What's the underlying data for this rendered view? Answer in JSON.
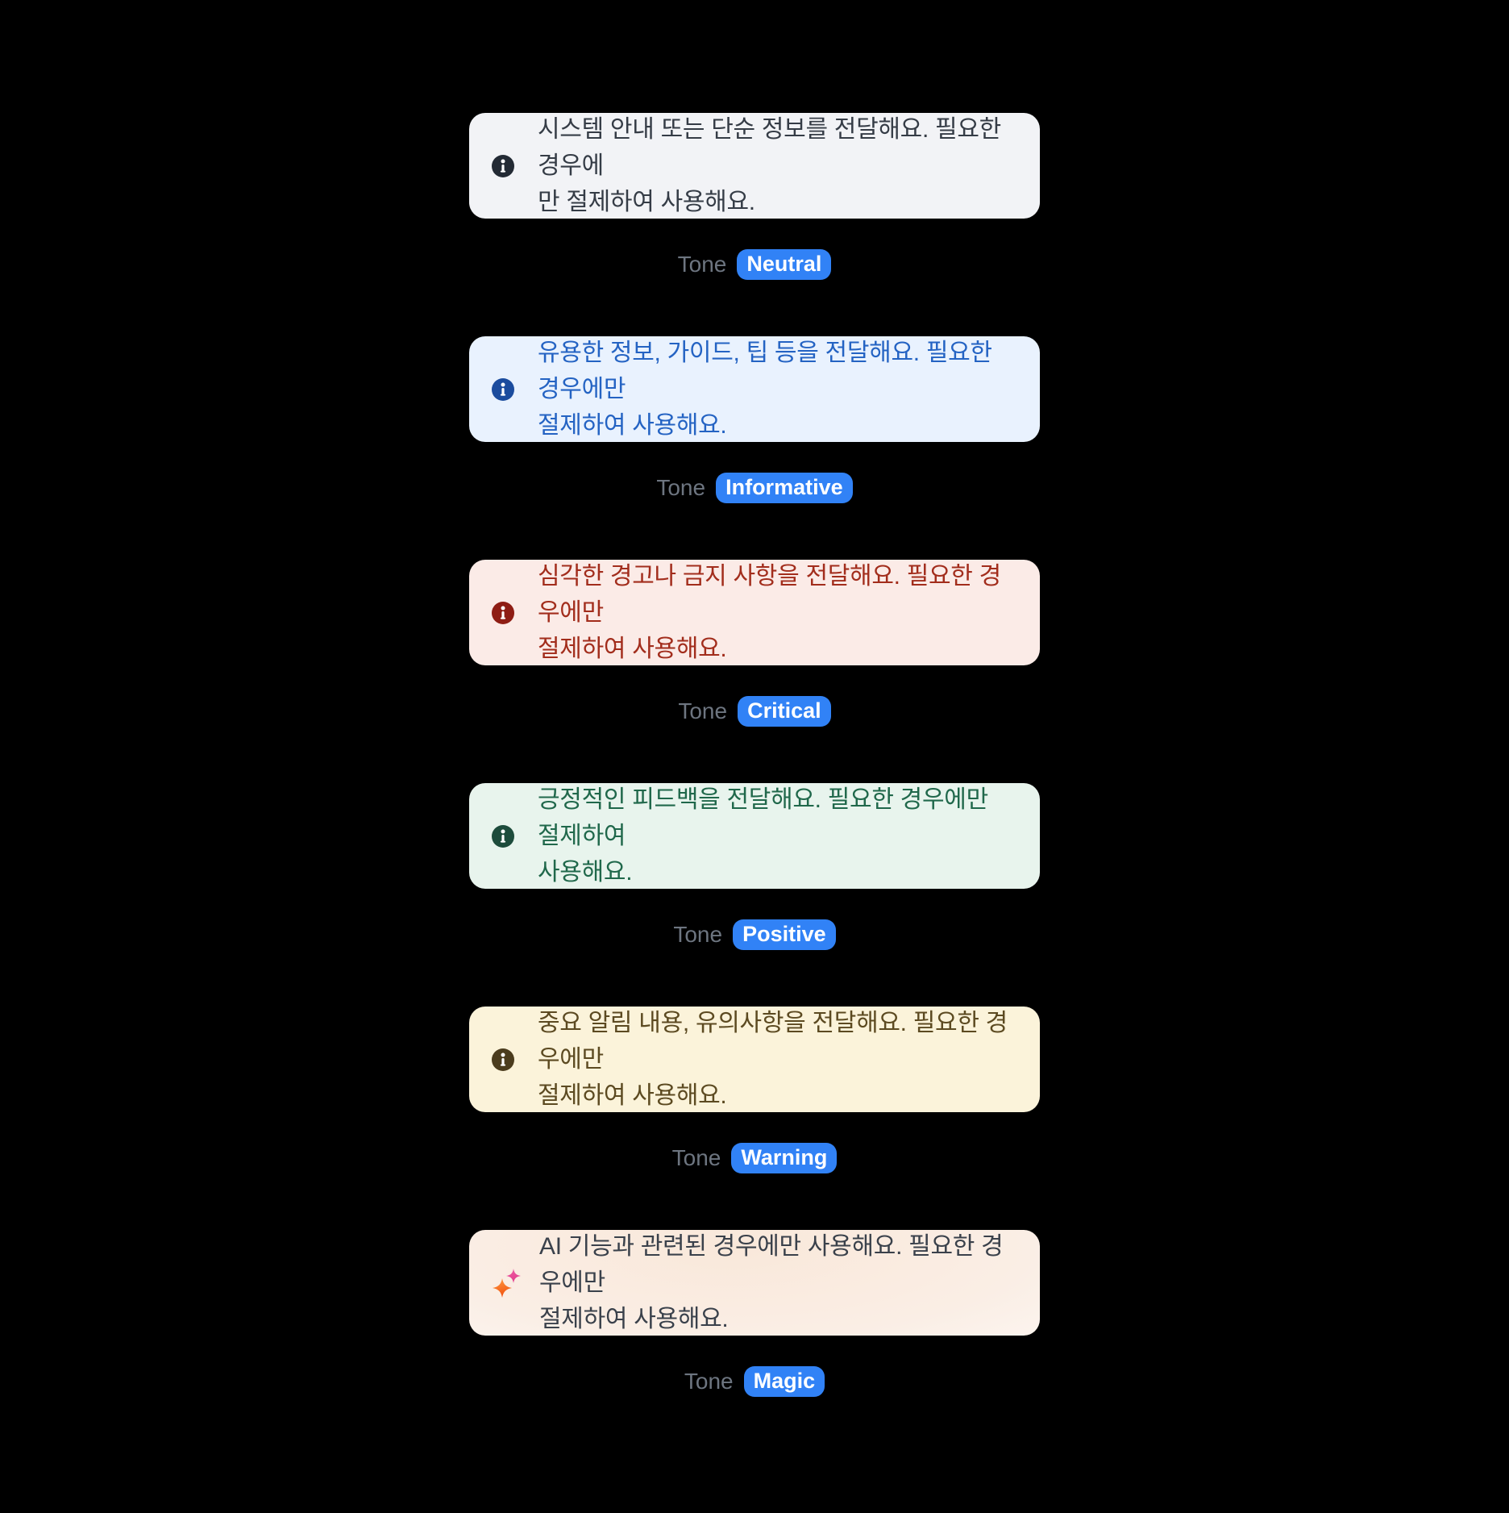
{
  "labels": {
    "tone": "Tone"
  },
  "badge": {
    "background": "#3182F6",
    "text_color": "#FFFFFF"
  },
  "items": [
    {
      "tone": "Neutral",
      "description": "시스템 안내 또는 단순 정보를 전달해요. 필요한 경우에\n만 절제하여 사용해요.",
      "icon": "info-icon",
      "colors": {
        "background": "#F2F3F6",
        "text": "#353C46",
        "icon": "#232A34"
      }
    },
    {
      "tone": "Informative",
      "description": "유용한 정보, 가이드, 팁 등을 전달해요. 필요한 경우에만\n절제하여 사용해요.",
      "icon": "info-icon",
      "colors": {
        "background": "#E9F2FE",
        "text": "#2463C3",
        "icon": "#1B4C9E"
      }
    },
    {
      "tone": "Critical",
      "description": "심각한 경고나 금지 사항을 전달해요. 필요한 경우에만\n절제하여 사용해요.",
      "icon": "info-icon",
      "colors": {
        "background": "#FBEBE7",
        "text": "#A22D1C",
        "icon": "#8E1D14"
      }
    },
    {
      "tone": "Positive",
      "description": "긍정적인 피드백을 전달해요. 필요한 경우에만 절제하여\n사용해요.",
      "icon": "info-icon",
      "colors": {
        "background": "#E8F4ED",
        "text": "#20684B",
        "icon": "#1D4C3C"
      }
    },
    {
      "tone": "Warning",
      "description": "중요 알림 내용, 유의사항을 전달해요. 필요한 경우에만\n절제하여 사용해요.",
      "icon": "info-icon",
      "colors": {
        "background": "#FBF3DA",
        "text": "#5C4A21",
        "icon": "#4B3C1D"
      }
    },
    {
      "tone": "Magic",
      "description": "AI 기능과 관련된 경우에만 사용해요. 필요한 경우에만\n절제하여 사용해요.",
      "icon": "sparkle-icon",
      "colors": {
        "background_gradient": [
          "#F9E8DA",
          "#FAEEE5",
          "#FEF9F6"
        ],
        "text": "#3A414B",
        "sparkle_large_top": "#FF9D45",
        "sparkle_large_bottom": "#F1530F",
        "sparkle_small_top": "#EE5FA6",
        "sparkle_small_bottom": "#E23E8C"
      }
    }
  ]
}
